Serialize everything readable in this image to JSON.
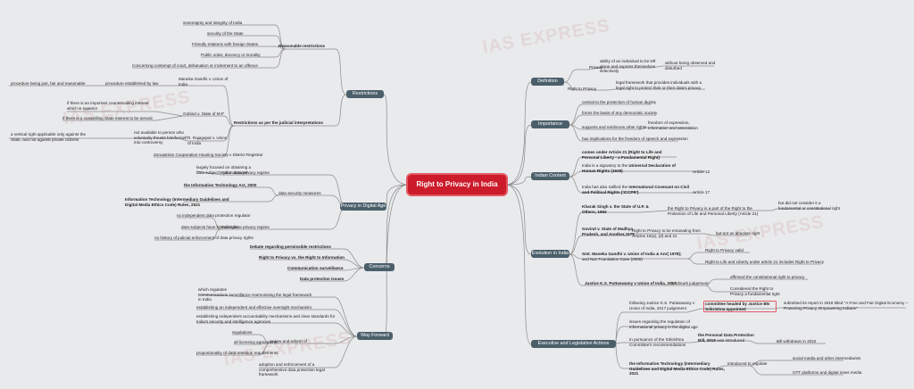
{
  "title": "Right to Privacy in India",
  "watermark": "IAS EXPRESS",
  "colors": {
    "center": "#cc1b2a",
    "branch": "#4b5f6b",
    "line": "#8a8a8a",
    "highlight": "#e05c66"
  },
  "left": {
    "restrictions": {
      "label": "Restrictions",
      "reasonable_title": "Reasonable restrictions",
      "reasonable_items": [
        "sovereignty and integrity of India",
        "security of the State",
        "Friendly relations with foreign States",
        "Public order, decency or morality",
        "Concerning contempt of court, defamation or incitement to an offence"
      ],
      "judicial_title": "Restrictions as per the judicial interpretations",
      "maneka": "Maneka Gandhi v. Union of India",
      "maneka_child": "procedure established by law",
      "maneka_leaf": "procedure being just, fair and reasonable",
      "gobind": "Gobind v. State of M.P",
      "gobind_a": "if there is an important countervailing interest which is superior",
      "gobind_b": "if there is a compelling State interest to be served",
      "rajagopal": "R. Rajagopal v. Union of India",
      "rajagopal_a": "not available to person who voluntarily thrusts him/herself into controversy",
      "rajagopal_b": "a vertical right applicable only against the State, and not against private citizens",
      "zoroastrian": "Zoroastrian Cooperative Housing Society v District Registrar"
    },
    "digital": {
      "label": "Privacy in Digital Age",
      "regime1": "Indian data privacy regime",
      "regime1_child": "largely focused on obtaining a data subject's 'prior consent'",
      "security": "data security measures",
      "it_act": "the Information Technology Act, 2000",
      "it_rules": "Information Technology (Intermediary Guidelines and Digital Media Ethics Code) Rules, 2021",
      "regime2": "Indian data privacy regime",
      "regime2_items": [
        "no independent data protection regulator",
        "data subjects have limited right",
        "no history of judicial enforcement of data privacy rights"
      ]
    },
    "concerns": {
      "label": "Concerns",
      "items": [
        "Debate regarding permissible restrictions",
        "Right to Privacy vs. the Right to Information",
        "Communication surveillance",
        "Data protection issues"
      ]
    },
    "way": {
      "label": "Way Forward",
      "harmonise": "Harmonising the legal framework",
      "harmonise_child": "which regulates communications surveillance in India",
      "items": [
        "establishing an independent and effective oversight mechanism",
        "establishing independent accountability mechanisms and clear standards for India's security and intelligence agencies"
      ],
      "review": "review and reform of",
      "review_items": [
        "regulations",
        "all licensing agreements",
        "proportionality of data retention requirements"
      ],
      "adoption": "adoption and enforcement of a comprehensive data protection legal framework"
    }
  },
  "right": {
    "definition": {
      "label": "Definition",
      "privacy": "Privacy",
      "privacy_child": "ability of an individual to be left alone and express themselves selectively",
      "privacy_leaf": "without being observed and disturbed",
      "rtp": "Right to Privacy",
      "rtp_child": "legal framework that provides individuals with a legal right to protect their or their data's privacy"
    },
    "importance": {
      "label": "Importance",
      "items": [
        "central to the protection of human dignity",
        "forms the basis of any democratic society",
        "supports and reinforces other rights",
        "has implications for the freedom of speech and expression"
      ],
      "leaf": "freedom of expression, information and association"
    },
    "context": {
      "label": "Indian Context",
      "a21": "comes under Article 21 (Right to Life and Personal Liberty - a Fundamental Right)",
      "udhr_pre": "India is a signatory to the ",
      "udhr_b": "Universal Declaration of Human Rights (1948)",
      "udhr_art": "Article 12",
      "iccpr_pre": "India has also ratified the ",
      "iccpr_b": "International Covenant on Civil and Political Rights ('ICCPR')",
      "iccpr_art": "Article 17"
    },
    "evolution": {
      "label": "Evolution  in India",
      "kharak": "Kharak Singh v. the State of U.P. & Others, 1962",
      "kharak_child": "the Right to Privacy is a part of the Right to the Protection of Life and Personal Liberty (Article 21)",
      "kharak_leaf": "but did not consider it a fundamental or constitutional right",
      "govind": "Govind v. State of Madhya Pradesh, and Another,1975",
      "govind_child": "Right to Privacy to be emanating from Articles 19(a), (d) and 21",
      "govind_leaf": "but not an absolute right",
      "maneka_pre": "Smt. Maneka Gandhi v. Union of India & Anr( 1978);",
      "maneka_post": "and Naz Foundation Case (2009)",
      "maneka_a": "Right to Privacy valid",
      "maneka_b": "Right to Life and Liberty under article 21 includes Right to Privacy",
      "puttaswamy": "Justice K.S. Puttaswamy v Union of India, 2017",
      "landmark": "landmark judgement",
      "landmark_a": "affirmed the constitutional right to privacy",
      "landmark_b": "Considered the Right to Privacy a fundamental right"
    },
    "exec": {
      "label": "Executive and Legislative Actions",
      "following": "following Justice K.S. Puttaswamy v Union of India, 2017 judgement",
      "committee": "committee headed by Justice BN Srikrishna appointed",
      "report": "submitted its report in 2018 titled \"A Free and Fair Digital Economy – Protecting Privacy, Empowering Indians\"",
      "issues": "issues regarding the regulation of informational privacy in the digital age",
      "pursuance": "In pursuance of the Srikrishna Committee's recommendations",
      "pdp_b": "the Personal Data Protection Bill, 2019",
      "pdp_post": " was introduced",
      "withdrawn": "Bill withdrawn in 2022",
      "itrules": "the Information Technology (Intermediary Guidelines and Digital Media Ethics Code) Rules, 2021",
      "introduced": "introduced to regulate",
      "reg_a": "social media and other intermediaries",
      "reg_b": "OTT platforms and digital news media"
    }
  }
}
